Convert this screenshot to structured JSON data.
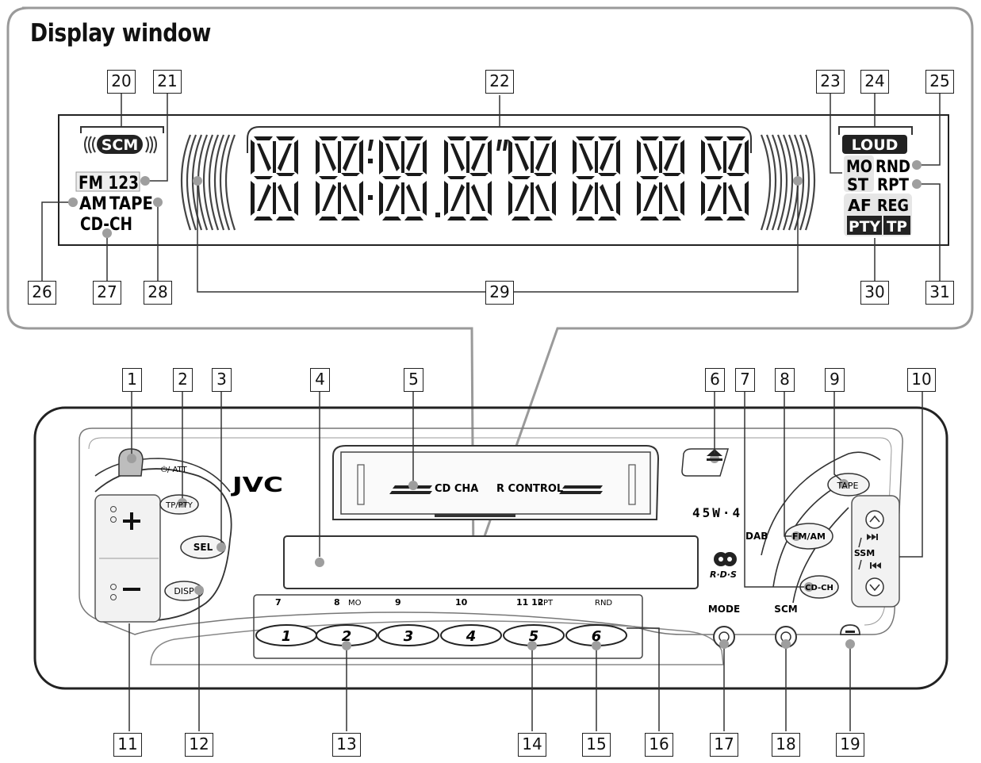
{
  "title": "Display window",
  "callouts": [
    "1",
    "2",
    "3",
    "4",
    "5",
    "6",
    "7",
    "8",
    "9",
    "10",
    "11",
    "12",
    "13",
    "14",
    "15",
    "16",
    "17",
    "18",
    "19",
    "20",
    "21",
    "22",
    "23",
    "24",
    "25",
    "26",
    "27",
    "28",
    "29",
    "30",
    "31"
  ],
  "display_indicators": {
    "scm": "SCM",
    "fm": "FM 123",
    "am": "AM",
    "tape": "TAPE",
    "cdch": "CD-CH",
    "loud": "LOUD",
    "mo": "MO",
    "rnd": "RND",
    "st": "ST",
    "rpt": "RPT",
    "af": "AF",
    "reg": "REG",
    "pty": "PTY",
    "tp": "TP"
  },
  "panel_labels": {
    "att": "⏻/ ATT",
    "brand": "JVC",
    "tp_pty": "TP/PTY",
    "sel": "SEL",
    "disp": "DISP",
    "slot_left": "CD CHA",
    "slot_right": "R CONTROL",
    "model": "45W·4",
    "dab": "DAB",
    "fm_am": "FM/AM",
    "tape": "TAPE",
    "ssm": "SSM",
    "cd_ch": "CD-CH",
    "mode": "MODE",
    "scm": "SCM",
    "rds": "R·D·S",
    "preset_labels": [
      "7",
      "8",
      "MO",
      "9",
      "10",
      "11 12",
      "RPT",
      "RND"
    ],
    "presets": [
      "1",
      "2",
      "3",
      "4",
      "5",
      "6"
    ]
  }
}
